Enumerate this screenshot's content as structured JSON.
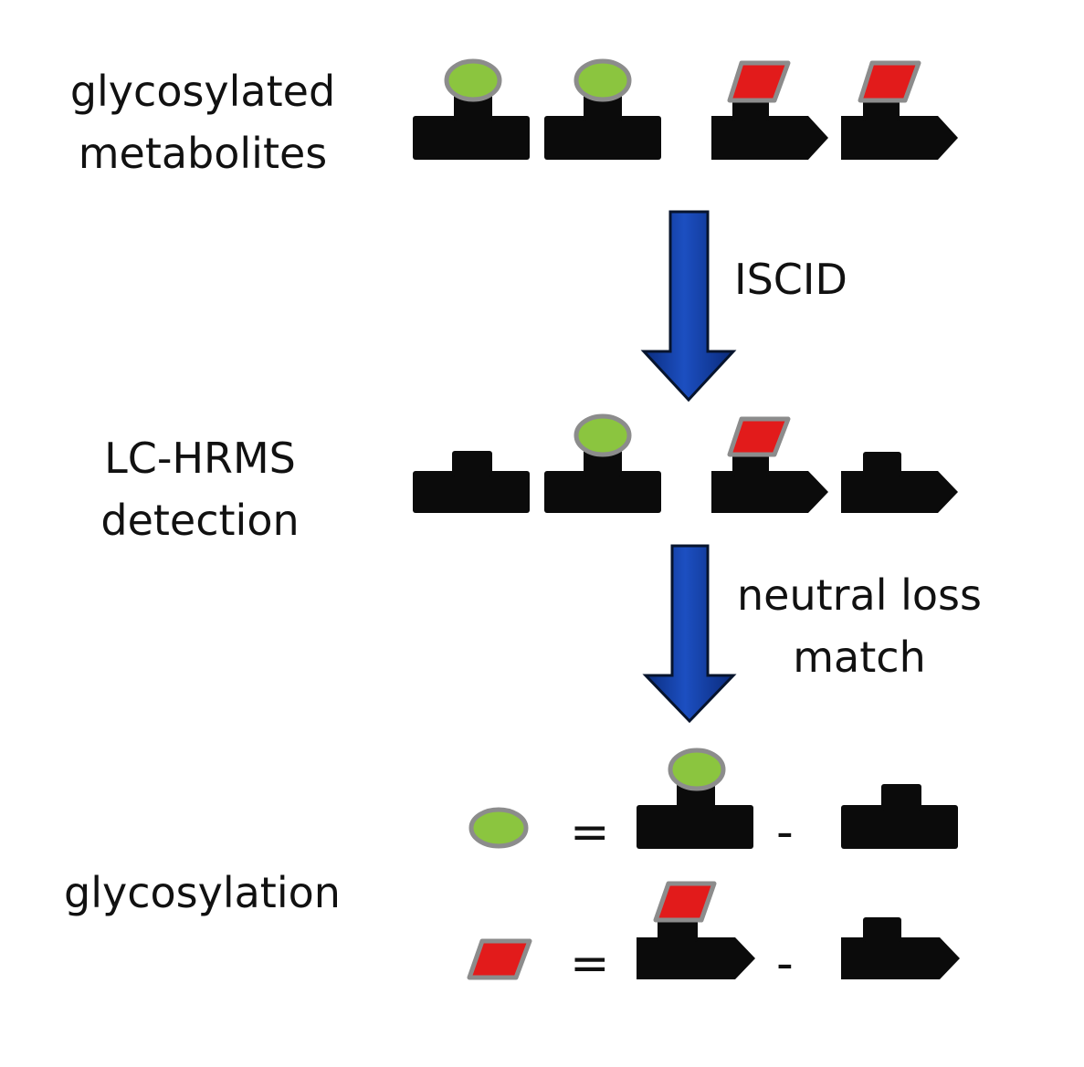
{
  "labels": {
    "glycosylated_metabolites": [
      "glycosylated",
      "metabolites"
    ],
    "lc_hrms_detection": [
      "LC-HRMS",
      "detection"
    ],
    "glycosylation": "glycosylation",
    "iscid": "ISCID",
    "neutral_loss_match": [
      "neutral loss",
      "match"
    ],
    "equals": "=",
    "minus": "-"
  },
  "colors": {
    "aglycone": "#0b0b0b",
    "green_sugar_fill": "#8bc53f",
    "red_sugar_fill": "#e21b1b",
    "sugar_outline": "#8c8c8c",
    "arrow_fill": "#0f3aa3",
    "arrow_outline": "#07142d",
    "text": "#111111"
  },
  "icons": {
    "aglycone_a": "rectangular aglycone with stub",
    "aglycone_b": "pointed aglycone with stub",
    "sugar_a": "green ellipse glycan",
    "sugar_b": "red parallelogram glycan",
    "process_arrow": "downward block arrow"
  }
}
